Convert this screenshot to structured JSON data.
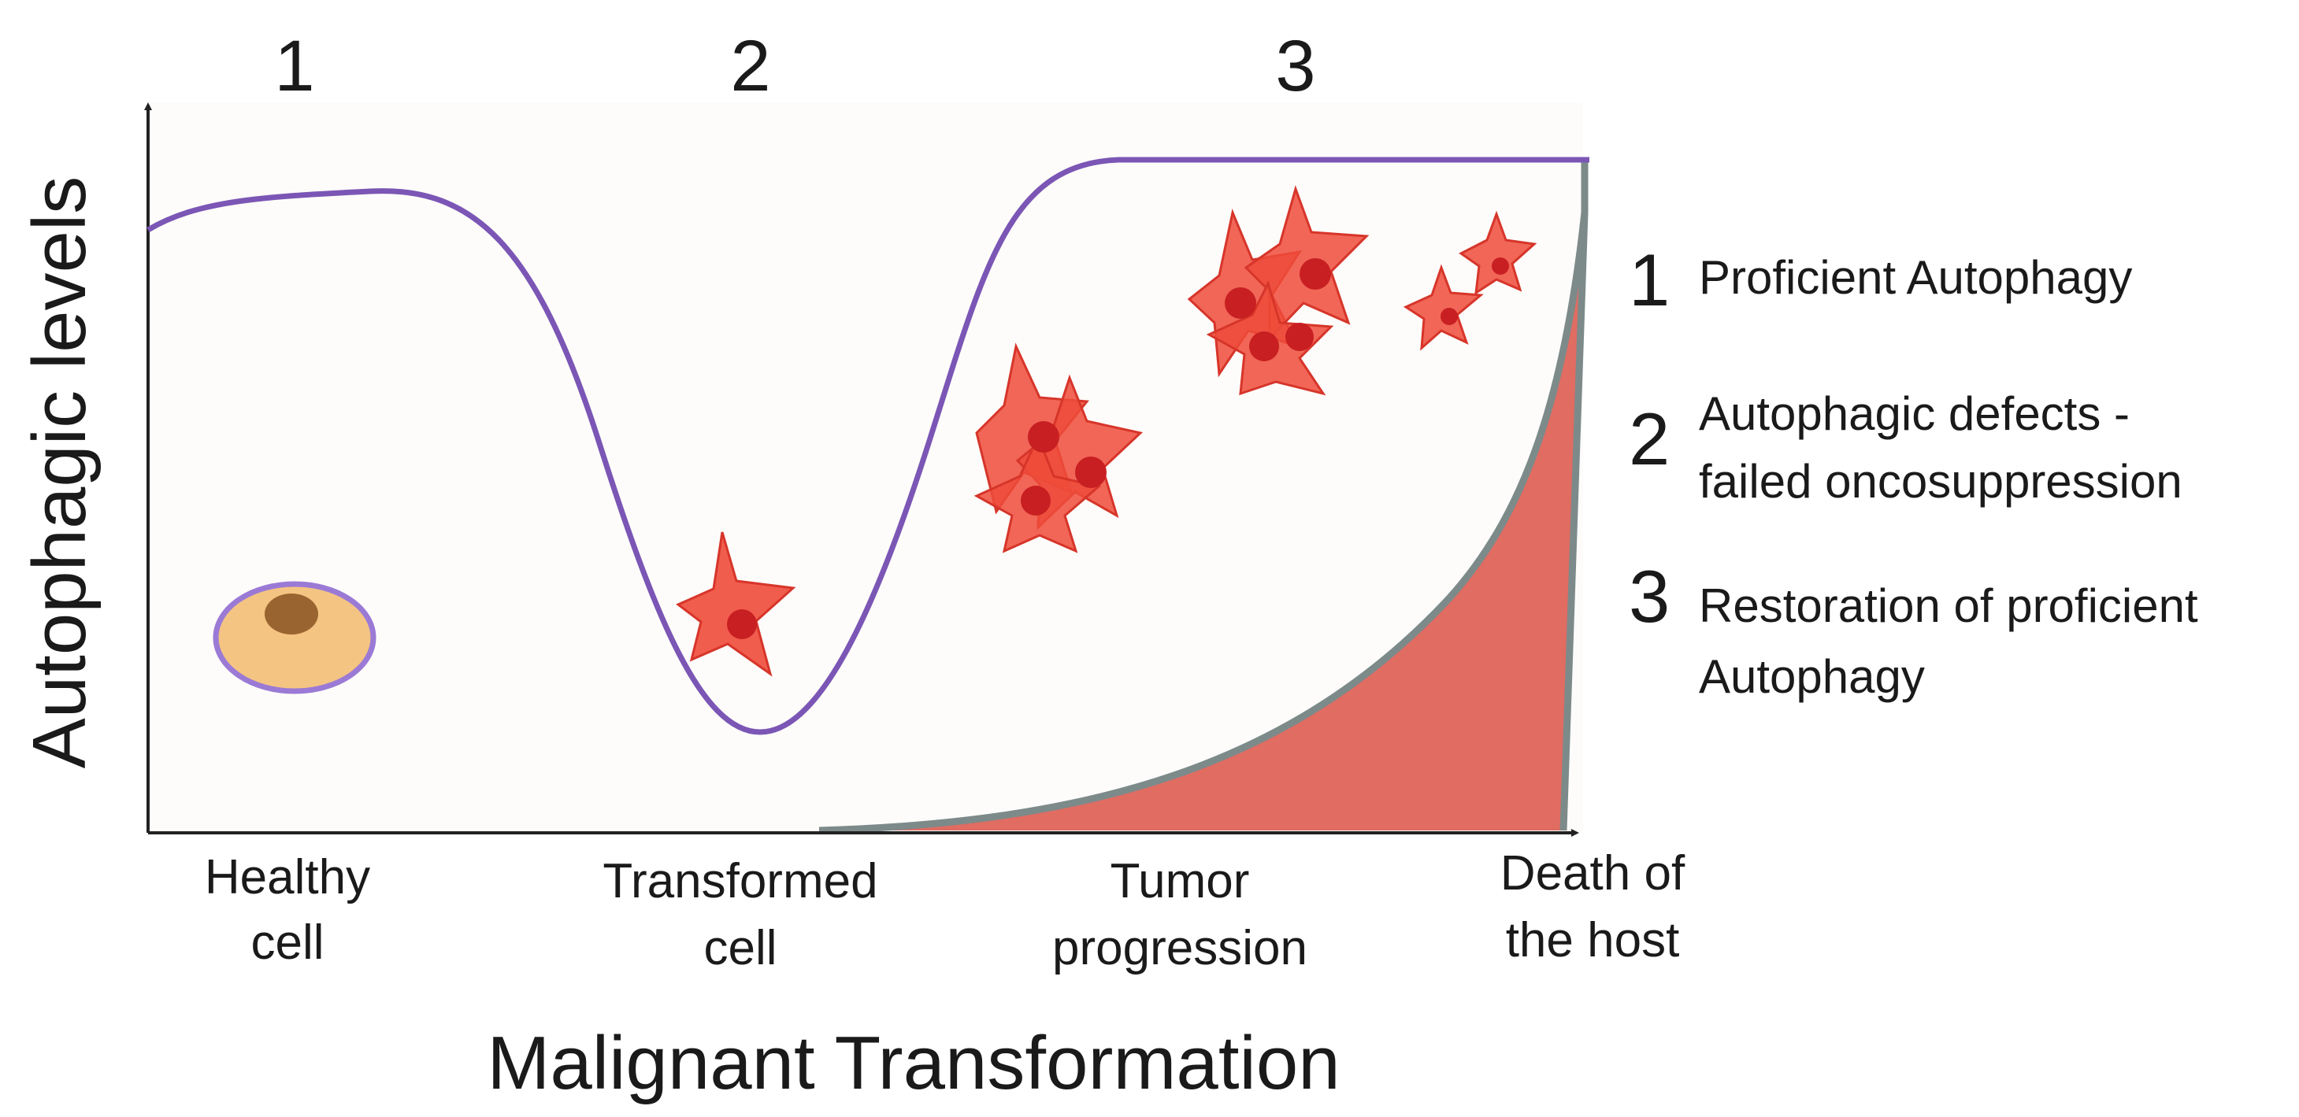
{
  "phase_numbers": [
    "1",
    "2",
    "3"
  ],
  "y_axis_title": "Autophagic levels",
  "x_axis_title": "Malignant Transformation",
  "stages": [
    {
      "line1": "Healthy",
      "line2": "cell"
    },
    {
      "line1": "Transformed",
      "line2": "cell"
    },
    {
      "line1": "Tumor",
      "line2": "progression"
    },
    {
      "line1": "Death of",
      "line2": "the host"
    }
  ],
  "legend": [
    {
      "number": "1",
      "line1": "Proficient Autophagy",
      "line2": ""
    },
    {
      "number": "2",
      "line1": "Autophagic defects -",
      "line2": "failed oncosuppression"
    },
    {
      "number": "3",
      "line1": "Restoration of proficient",
      "line2": "Autophagy"
    }
  ],
  "colors": {
    "autophagy_curve": "#7b56b5",
    "tumor_burden_fill": "#e06c62",
    "tumor_burden_edge": "#7d8a8a",
    "axis": "#222222",
    "tumor_cell": "#ef4b3a",
    "tumor_cell_nucleus": "#c81f22",
    "healthy_cell": "#f4c482",
    "healthy_cell_border": "#9b7ad6",
    "healthy_cell_nucleus": "#9a6430"
  }
}
